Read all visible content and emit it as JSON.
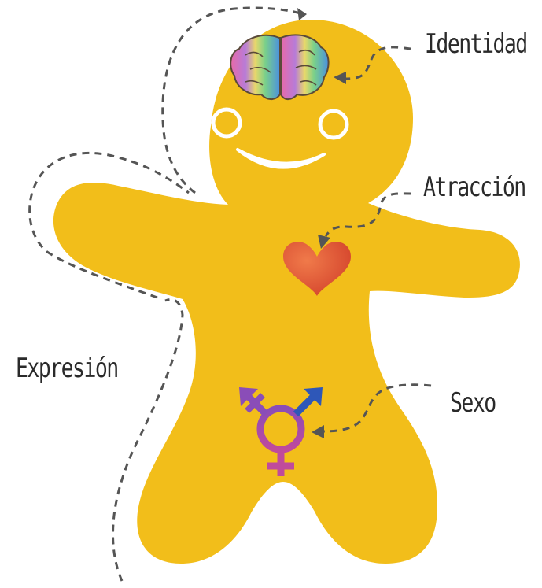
{
  "labels": {
    "identity": "Identidad",
    "attraction": "Atracción",
    "expression": "Expresión",
    "sex": "Sexo"
  },
  "icons": {
    "brain": "brain-icon",
    "heart": "heart-icon",
    "gender_symbol": "transgender-symbol-icon"
  },
  "colors": {
    "body": "#F2BE1A",
    "face": "#FFFFFF",
    "heart": "#E0502E",
    "symbol_purple": "#8A4DB8",
    "symbol_blue": "#2E57B8",
    "symbol_pink": "#C04A9C",
    "dashed_line": "#555555",
    "text": "#2A2A2A"
  }
}
